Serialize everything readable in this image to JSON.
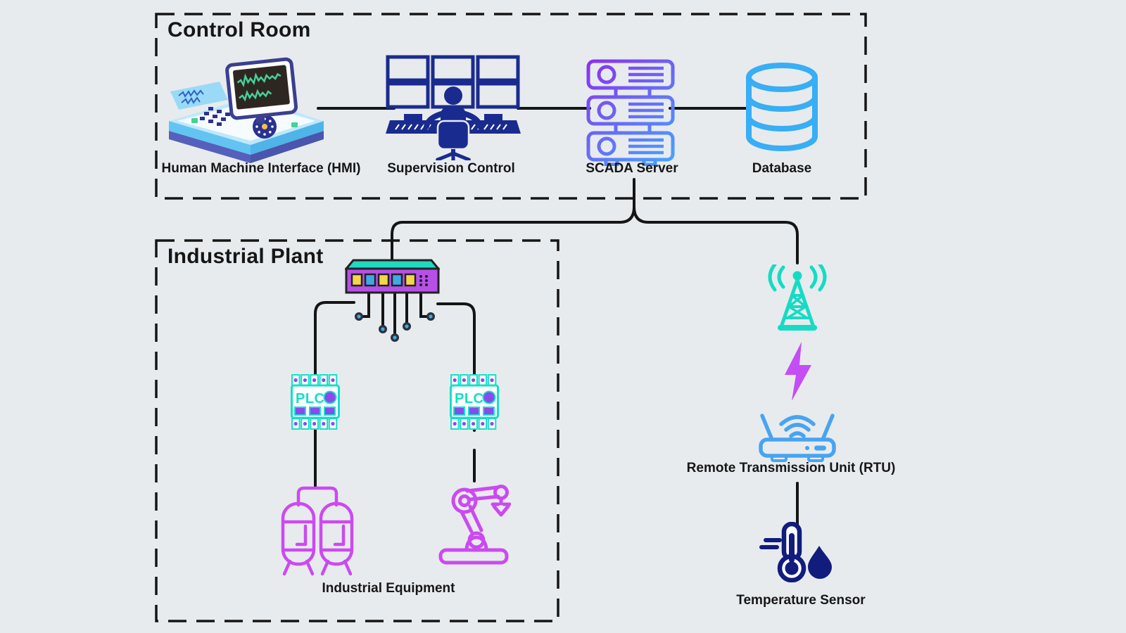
{
  "colors": {
    "background": "#e8ebee",
    "line": "#151515",
    "text": "#161616",
    "navy": "#1a2b8f",
    "thermo_navy": "#111c7d",
    "db_blue": "#38aef5",
    "router_blue": "#47a4f2",
    "grad_purple": "#8b2ff0",
    "grad_blue": "#43a7ff",
    "teal": "#16dbc4",
    "switch_purple": "#b750e8",
    "switch_teal": "#1fd9c2",
    "port_yellow": "#f5d64a",
    "port_blue": "#3fa9e8",
    "plc_teal": "#12e0c8",
    "plc_purple": "#8a4af0",
    "magenta": "#cb4af0",
    "bolt_magenta": "#c44df5",
    "dot_blue": "#3fa9e8",
    "dot_ring": "#2b313c",
    "hmi_blue": "#62c4f0",
    "hmi_indigo": "#5560bd",
    "screen_green": "#44d29a"
  },
  "control_room": {
    "title": "Control Room",
    "nodes": [
      {
        "id": "hmi",
        "label": "Human Machine Interface (HMI)"
      },
      {
        "id": "supervision",
        "label": "Supervision Control"
      },
      {
        "id": "scada",
        "label": "SCADA Server"
      },
      {
        "id": "database",
        "label": "Database"
      }
    ]
  },
  "industrial_plant": {
    "title": "Industrial Plant",
    "plc_label": "PLC",
    "equipment_label": "Industrial Equipment"
  },
  "field_site": {
    "rtu_label": "Remote Transmission Unit (RTU)",
    "temperature_label": "Temperature Sensor"
  }
}
